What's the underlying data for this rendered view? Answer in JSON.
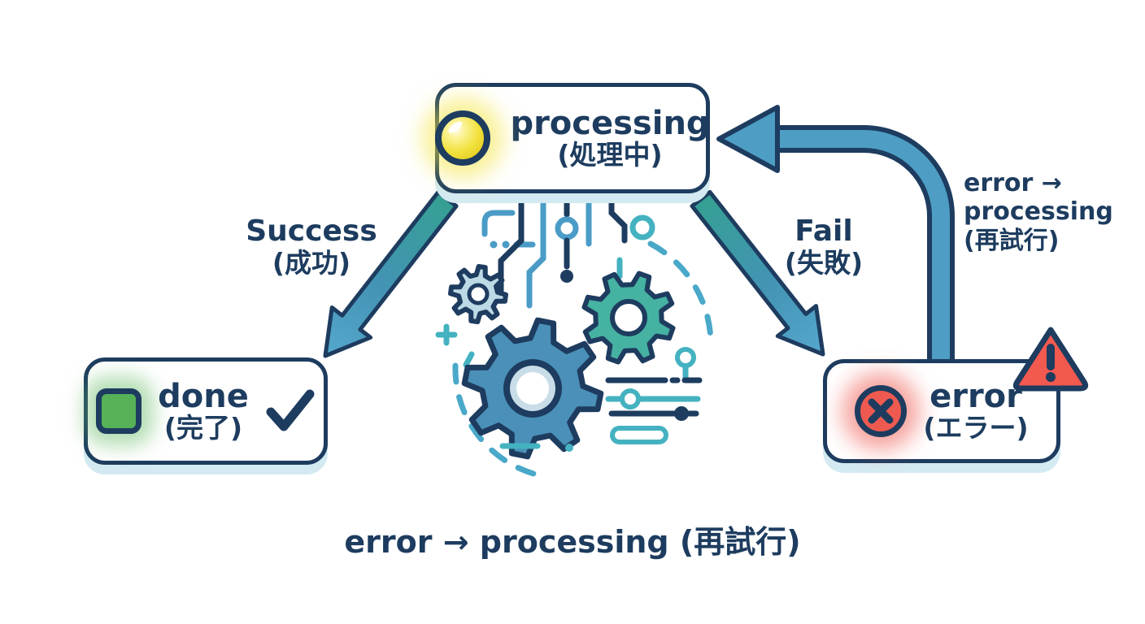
{
  "colors": {
    "navy": "#1d3c5f",
    "arrow_teal": "#3bada0",
    "arrow_blue": "#4b96c0",
    "shadow_blue": "#d3eaf2",
    "processing_yellow": "#f2e13d",
    "done_green": "#57b257",
    "error_red": "#ef5a50",
    "gear_light": "#bcd9e6",
    "gear_teal": "#46b2a2",
    "gear_blue": "#4a90b8",
    "background": "#ffffff"
  },
  "nodes": {
    "processing": {
      "label": "processing",
      "sublabel": "(処理中)",
      "icon": "yellow-status-light-icon"
    },
    "done": {
      "label": "done",
      "sublabel": "(完了)",
      "icon": "green-square-icon",
      "check_icon": "checkmark-icon"
    },
    "error": {
      "label": "error",
      "sublabel": "(エラー)",
      "icon": "red-x-circle-icon",
      "badge_icon": "warning-triangle-icon"
    }
  },
  "edges": {
    "success": {
      "label": "Success",
      "sublabel": "(成功)"
    },
    "fail": {
      "label": "Fail",
      "sublabel": "(失敗)"
    },
    "retry": {
      "line1": "error →",
      "line2": "processing",
      "line3": "(再試行)"
    }
  },
  "caption": {
    "text": "error → processing (再試行)"
  },
  "illustration": {
    "name": "gears-and-circuit-illustration"
  }
}
